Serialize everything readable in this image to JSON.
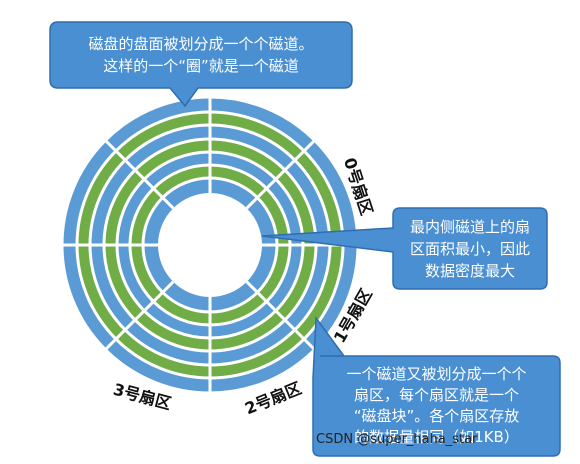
{
  "callouts": {
    "top": "磁盘的盘面被划分成一个个磁道。\n这样的一个“圈”就是一个磁道",
    "right": "最内侧磁道上的扇\n区面积最小，因此\n数据密度最大",
    "bottom": "一个磁道又被划分成一个个\n扇区，每个扇区就是一个\n“磁盘块”。各个扇区存放\n的数据量相同（如1KB）"
  },
  "sectors": {
    "s0": "0号扇区",
    "s1": "1号扇区",
    "s2": "2号扇区",
    "s3": "3号扇区"
  },
  "watermark": "CSDN @super_haha_star",
  "colors": {
    "callout_fill": "#4a8fd1",
    "callout_border": "#2f6db0",
    "track_blue": "#5b9bd5",
    "track_green": "#70ad47",
    "separator": "#ffffff"
  }
}
